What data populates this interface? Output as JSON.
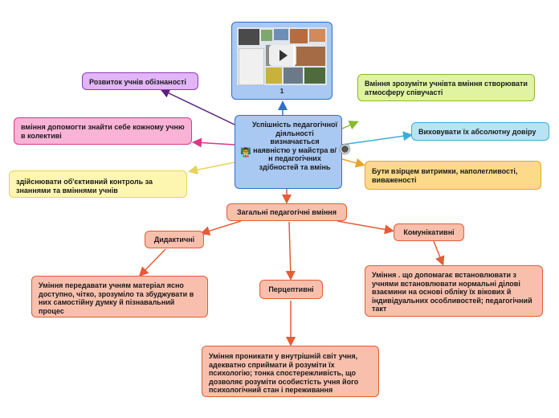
{
  "central": {
    "text": "Успішність педагогічної діяльності визначається наявністю у майстра в/н педагогічних здібностей та вмінь",
    "icon": "teacher-icon"
  },
  "thumbnail": {
    "caption": "1",
    "icon": "video-play-icon"
  },
  "branches": {
    "awareness": "Розвиток учнів обізнаності",
    "help_find_self": "вміння допомогти знайти себе кожному учню в колективі",
    "objective_control": "здійснювати об'єктивний контроль за знаннями та вміннями учнів",
    "understand_student": "Вміння зрозуміти учнівта вміння створювати атмосферу співучасті",
    "educate_trust": "Виховувати їх абсолютну довіру",
    "role_model": "Бути взірцем витримки, наполегливості, виваженості"
  },
  "general": {
    "title": "Загальні педагогічні вміння",
    "didactic": {
      "label": "Дидактичні",
      "detail": "Уміння передавати учням матеріал ясно доступно, чітко, зрозуміло та збуджувати в них самостійну думку й пізнавальний процес"
    },
    "perceptive": {
      "label": "Перцептивні",
      "detail": "Уміння проникати у внутрішній світ учня, адекватно сприймати й розуміти їх психологію; тонка спостережливість, що дозволяє розуміти особистість учня його психологічний стан і переживання"
    },
    "communicative": {
      "label": "Комунікативні",
      "detail": "Уміння . що допомагає встановлювати з учнями встановлювати нормальні ділові взаємини на основі обліку їх вікових й індивідуальних особливостей; педагогічний такт"
    }
  },
  "colors": {
    "blue": "#a9c8f2",
    "blue_border": "#2f6fd0",
    "purple": "#e2b5f7",
    "purple_border": "#8a3fb8",
    "pink": "#f9b3d6",
    "pink_border": "#d63a8a",
    "yellow": "#fdf6b0",
    "yellow_border": "#e6d45a",
    "green": "#dff3a0",
    "green_border": "#8cb832",
    "cyan": "#b7e4f4",
    "cyan_border": "#3aaed8",
    "orange": "#fdd98a",
    "orange_border": "#e7a52b",
    "salmon": "#f8bfad",
    "salmon_border": "#e35d36"
  }
}
